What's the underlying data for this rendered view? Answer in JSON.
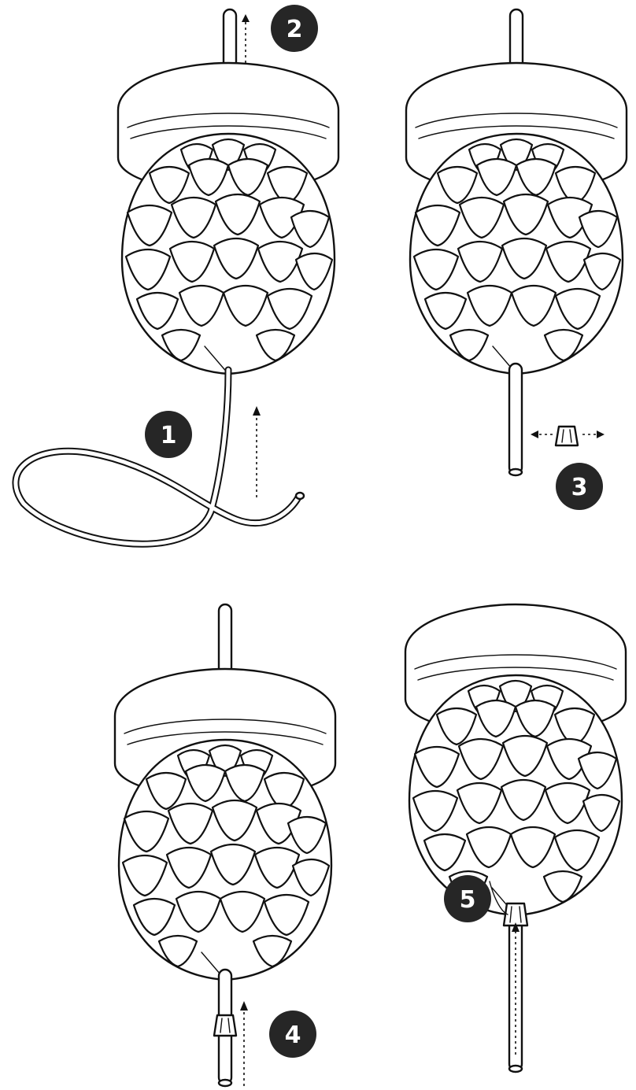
{
  "steps": [
    {
      "label": "1"
    },
    {
      "label": "2"
    },
    {
      "label": "3"
    },
    {
      "label": "4"
    },
    {
      "label": "5"
    }
  ],
  "colors": {
    "line": "#111111",
    "badge": "#262626",
    "badge_text": "#ffffff",
    "background": "#ffffff"
  }
}
